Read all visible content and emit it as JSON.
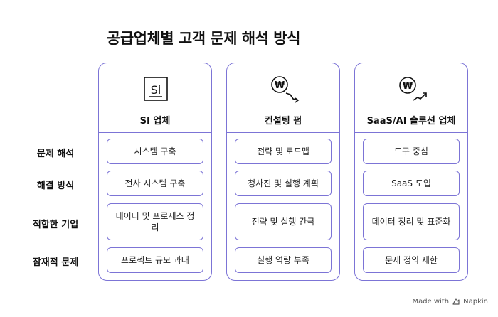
{
  "title": "공급업체별 고객 문제 해석 방식",
  "row_labels": [
    "문제 해석",
    "해결 방식",
    "적합한 기업",
    "잠재적 문제"
  ],
  "columns": [
    {
      "icon": "si-logo-icon",
      "icon_text": "Si",
      "title": "SI 업체",
      "cells": [
        "시스템 구축",
        "전사 시스템 구축",
        "데이터 및 프로세스 정리",
        "프로젝트 규모 과대"
      ]
    },
    {
      "icon": "won-coin-down-arrow-icon",
      "icon_text": "₩",
      "title": "컨설팅 펌",
      "cells": [
        "전략 및 로드맵",
        "청사진 및 실행 계획",
        "전략 및 실행 간극",
        "실행 역량 부족"
      ]
    },
    {
      "icon": "won-coin-up-arrow-icon",
      "icon_text": "₩",
      "title": "SaaS/AI 솔루션 업체",
      "cells": [
        "도구 중심",
        "SaaS 도입",
        "데이터 정리 및 표준화",
        "문제 정의 제한"
      ]
    }
  ],
  "footer": {
    "made_with": "Made with",
    "brand": "Napkin",
    "icon": "napkin-logo-icon"
  },
  "colors": {
    "accent": "#7c74d6",
    "text": "#111111",
    "background": "#ffffff"
  }
}
